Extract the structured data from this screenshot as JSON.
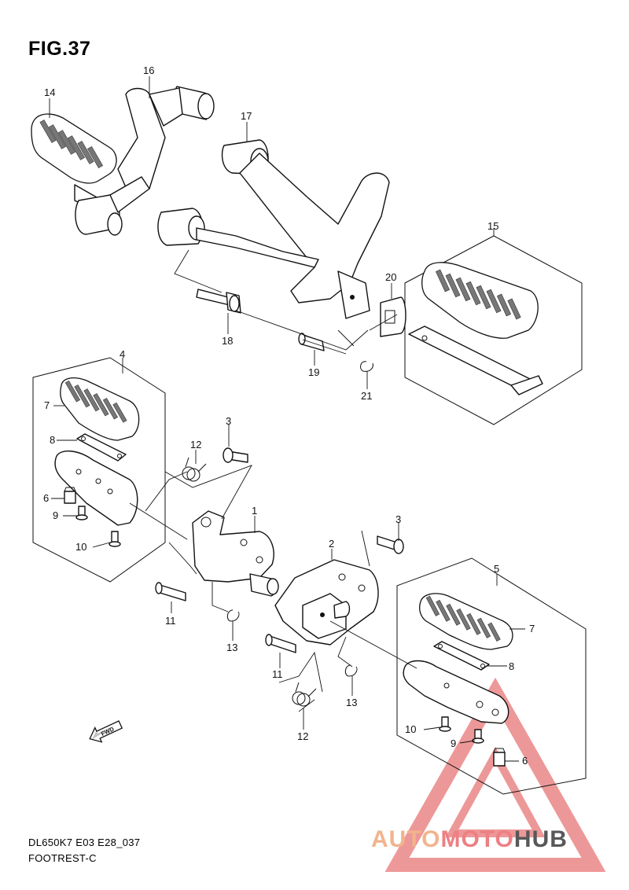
{
  "figure": {
    "title": "FIG.37",
    "model_code": "DL650K7 E03 E28_037",
    "section_name": "FOOTREST-C"
  },
  "callouts": [
    "14",
    "16",
    "17",
    "18",
    "19",
    "20",
    "21",
    "15",
    "4",
    "7",
    "8",
    "12",
    "3",
    "6",
    "9",
    "10",
    "1",
    "11",
    "13",
    "2",
    "3",
    "5",
    "7",
    "8",
    "11",
    "13",
    "12",
    "10",
    "9",
    "6"
  ],
  "fwd_label": "FWD",
  "watermark": {
    "part1": "AUTO",
    "part2": "MOTO",
    "part3": "HUB",
    "colors": {
      "auto": "#f1b48d",
      "moto": "#ee7f83",
      "hub": "#585858",
      "triangle": "#e04545"
    }
  }
}
